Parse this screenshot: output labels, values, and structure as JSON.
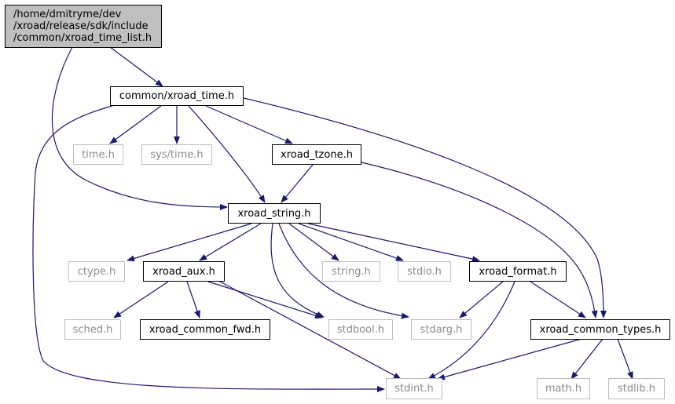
{
  "colors": {
    "edge": "#191970",
    "root_fill": "#bfbfbf",
    "internal_border": "#000000",
    "system_border": "#bfbfbf",
    "system_text": "#8c8c8c"
  },
  "nodes": {
    "root": {
      "lines": [
        "/home/dmitryme/dev",
        "/xroad/release/sdk/include",
        "/common/xroad_time_list.h"
      ]
    },
    "xroad_time": {
      "label": "common/xroad_time.h"
    },
    "time_h": {
      "label": "time.h"
    },
    "sys_time_h": {
      "label": "sys/time.h"
    },
    "xroad_tzone": {
      "label": "xroad_tzone.h"
    },
    "xroad_string": {
      "label": "xroad_string.h"
    },
    "ctype_h": {
      "label": "ctype.h"
    },
    "xroad_aux": {
      "label": "xroad_aux.h"
    },
    "string_h": {
      "label": "string.h"
    },
    "stdio_h": {
      "label": "stdio.h"
    },
    "xroad_format": {
      "label": "xroad_format.h"
    },
    "sched_h": {
      "label": "sched.h"
    },
    "xroad_common_fwd": {
      "label": "xroad_common_fwd.h"
    },
    "stdbool_h": {
      "label": "stdbool.h"
    },
    "stdarg_h": {
      "label": "stdarg.h"
    },
    "xroad_common_types": {
      "label": "xroad_common_types.h"
    },
    "stdint_h": {
      "label": "stdint.h"
    },
    "math_h": {
      "label": "math.h"
    },
    "stdlib_h": {
      "label": "stdlib.h"
    }
  }
}
